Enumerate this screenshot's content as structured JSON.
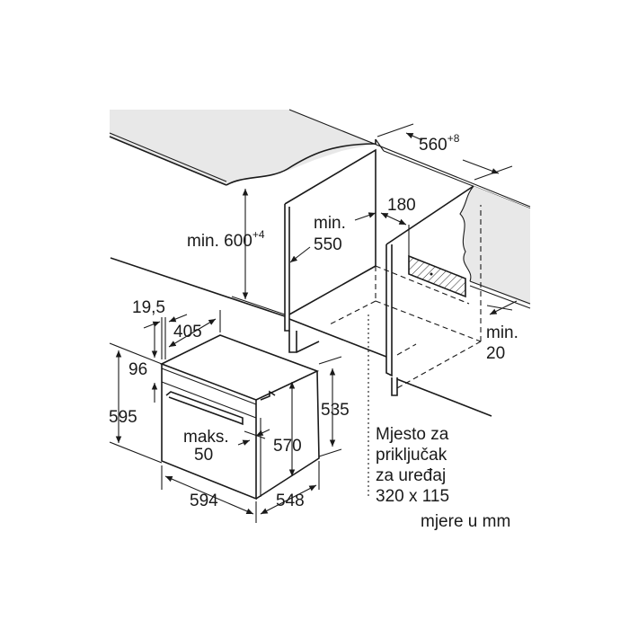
{
  "diagram": {
    "title": "Oven built-in installation dimensions",
    "dims": {
      "width_niche": "560",
      "width_niche_tol": "+8",
      "height_niche_label": "min. 600",
      "height_niche_tol": "+4",
      "depth_min_label1": "min.",
      "depth_min_label2": "550",
      "cutout_180": "180",
      "gap_min_label1": "min.",
      "gap_min_label2": "20",
      "front_offset": "19,5",
      "front_depth": "405",
      "panel_height": "96",
      "oven_height": "595",
      "maks_label1": "maks.",
      "maks_label2": "50",
      "body_height": "570",
      "side_height": "535",
      "oven_width": "594",
      "oven_depth": "548"
    },
    "note_lines": [
      "Mjesto za",
      "priključak",
      "za uređaj",
      "320 x 115"
    ],
    "units": "mjere u mm",
    "colors": {
      "line": "#1a1a1a",
      "countertop": "#e8e8e8",
      "background": "#ffffff"
    }
  }
}
